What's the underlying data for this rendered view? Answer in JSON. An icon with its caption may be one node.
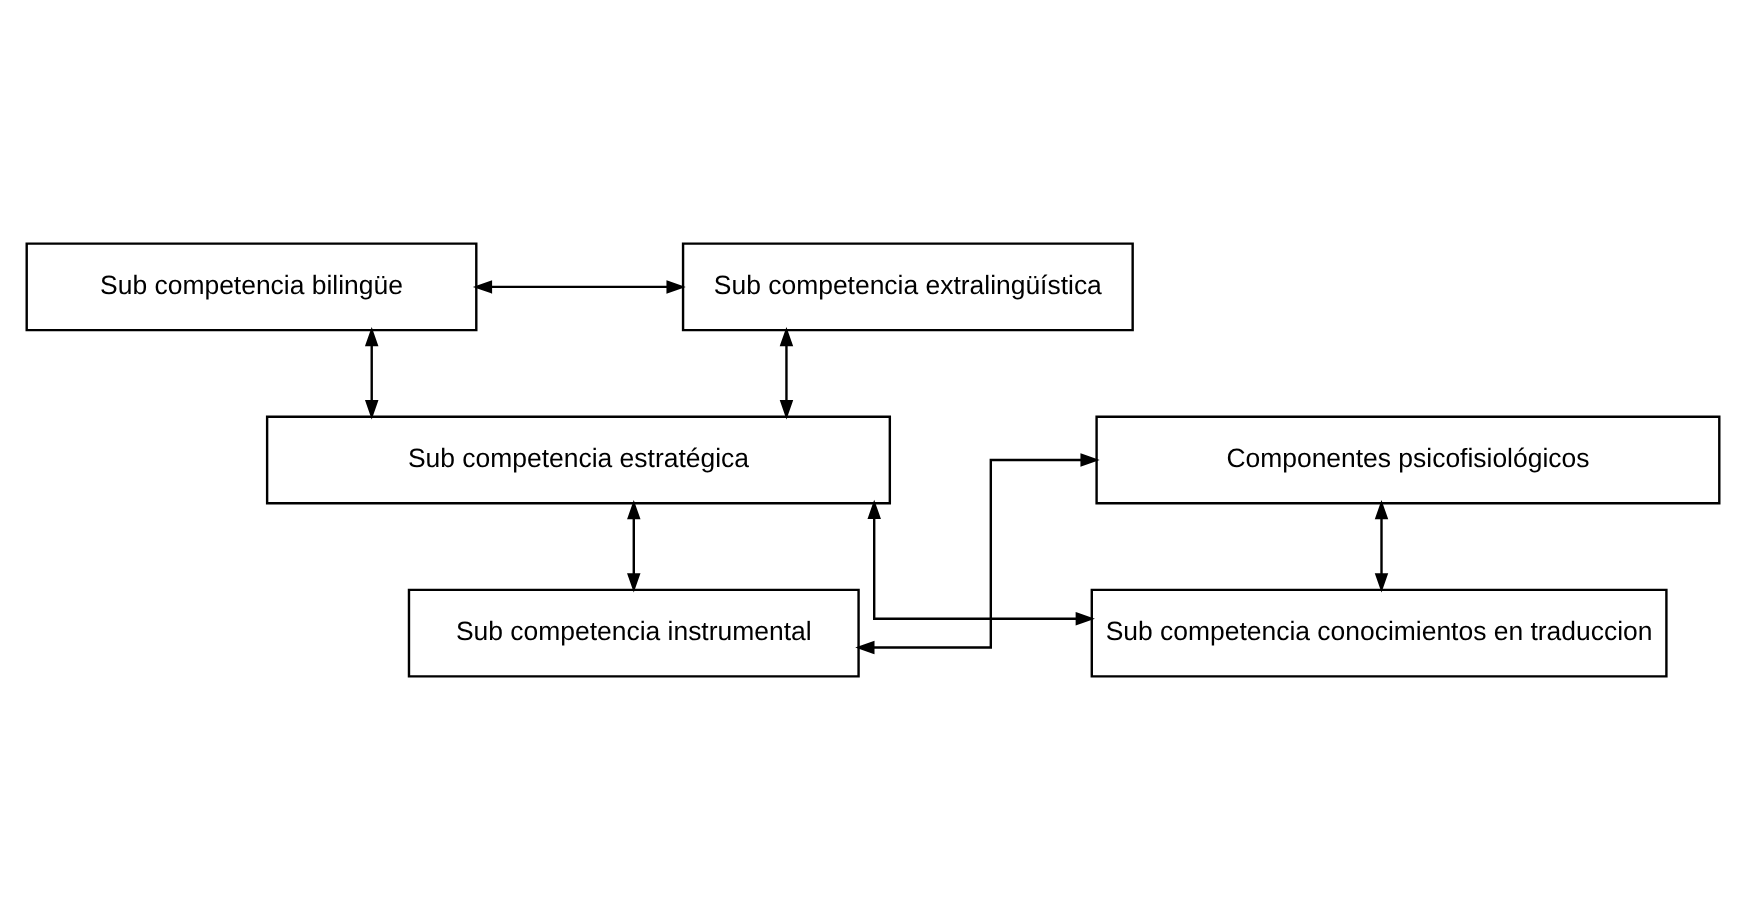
{
  "diagram": {
    "nodes": [
      {
        "text": [
          "Sub competencia bilingüe"
        ]
      },
      {
        "text": [
          "Sub competencia extralingüística"
        ]
      },
      {
        "text": [
          "Sub competencia estratégica"
        ]
      },
      {
        "text": [
          "Sub competencia instrumental"
        ]
      },
      {
        "text": [
          "Sub competencia conocimientos en traduccion"
        ]
      },
      {
        "text": [
          "Componentes psicofisiológicos"
        ]
      }
    ],
    "edges": [
      {
        "from": 0,
        "to": 1,
        "arrow": "both"
      },
      {
        "from": 0,
        "to": 2,
        "arrow": "both"
      },
      {
        "from": 1,
        "to": 2,
        "arrow": "both"
      },
      {
        "from": 2,
        "to": 3,
        "arrow": "both"
      },
      {
        "from": 2,
        "to": 4,
        "arrow": "both"
      },
      {
        "from": 5,
        "to": 3,
        "arrow": "both"
      },
      {
        "from": 5,
        "to": 4,
        "arrow": "both"
      }
    ]
  }
}
